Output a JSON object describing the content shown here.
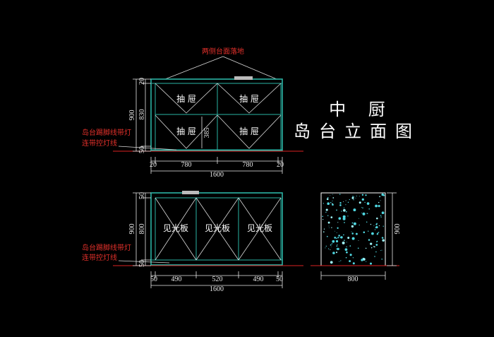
{
  "title": {
    "line1": "中 厨",
    "line2": "岛台立面图"
  },
  "top_elevation": {
    "callout": "两侧台面落地",
    "drawer_label": "抽 屉",
    "note_line1": "岛台踢脚线带灯",
    "note_line2": "连带控灯线",
    "vertical_dims": [
      "20",
      "830",
      "900",
      "50"
    ],
    "inner_dim": "385",
    "horizontal_dims": [
      "20",
      "780",
      "780",
      "20"
    ],
    "total_width": "1600"
  },
  "bottom_elevation": {
    "panel_label": "见光板",
    "note_line1": "岛台踢脚线带灯",
    "note_line2": "连带控灯线",
    "vertical_dims": [
      "50",
      "800",
      "900",
      "50"
    ],
    "horizontal_dims": [
      "50",
      "490",
      "520",
      "490",
      "50"
    ],
    "total_width": "1600"
  },
  "side_view": {
    "height_dim": "900",
    "width_dim": "800"
  },
  "colors": {
    "cabinet": "#2ab3a4",
    "note": "#e0302a",
    "sparkle": "#4fd6e0"
  }
}
